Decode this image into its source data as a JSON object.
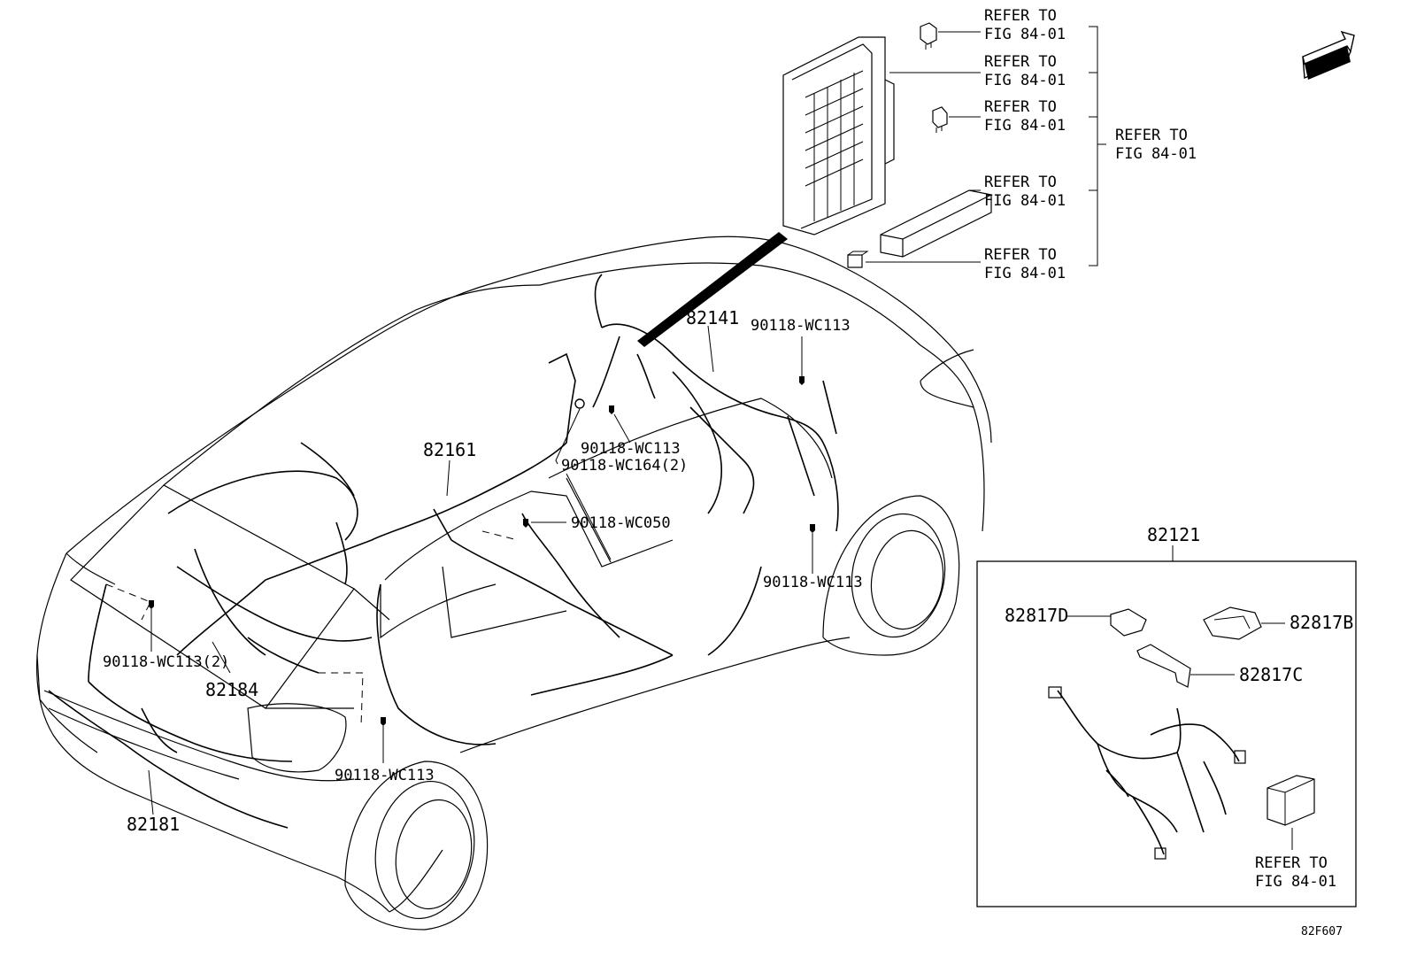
{
  "diagram_id": "82F607",
  "direction_badge": "FWD",
  "icons": [
    "fwd-arrow-icon",
    "bolt-icon",
    "relay-icon",
    "fuse-icon"
  ],
  "refer_text_line1": "REFER TO",
  "refer_text_line2": "FIG 84-01",
  "refer_group": [
    {
      "line1": "REFER TO",
      "line2": "FIG 84-01"
    },
    {
      "line1": "REFER TO",
      "line2": "FIG 84-01"
    },
    {
      "line1": "REFER TO",
      "line2": "FIG 84-01"
    },
    {
      "line1": "REFER TO",
      "line2": "FIG 84-01"
    },
    {
      "line1": "REFER TO",
      "line2": "FIG 84-01"
    }
  ],
  "refer_summary": {
    "line1": "REFER TO",
    "line2": "FIG 84-01"
  },
  "inset_refer": {
    "line1": "REFER TO",
    "line2": "FIG 84-01"
  },
  "parts": {
    "p82141": "82141",
    "p82161": "82161",
    "p82184": "82184",
    "p82181": "82181",
    "p82121": "82121",
    "p82817D": "82817D",
    "p82817B": "82817B",
    "p82817C": "82817C"
  },
  "fasteners": {
    "f_top": "90118-WC113",
    "f_mid_a": "90118-WC113",
    "f_mid_b": "90118-WC164(2)",
    "f_wc050": "90118-WC050",
    "f_right": "90118-WC113",
    "f_left2": "90118-WC113(2)",
    "f_bottom": "90118-WC113"
  }
}
